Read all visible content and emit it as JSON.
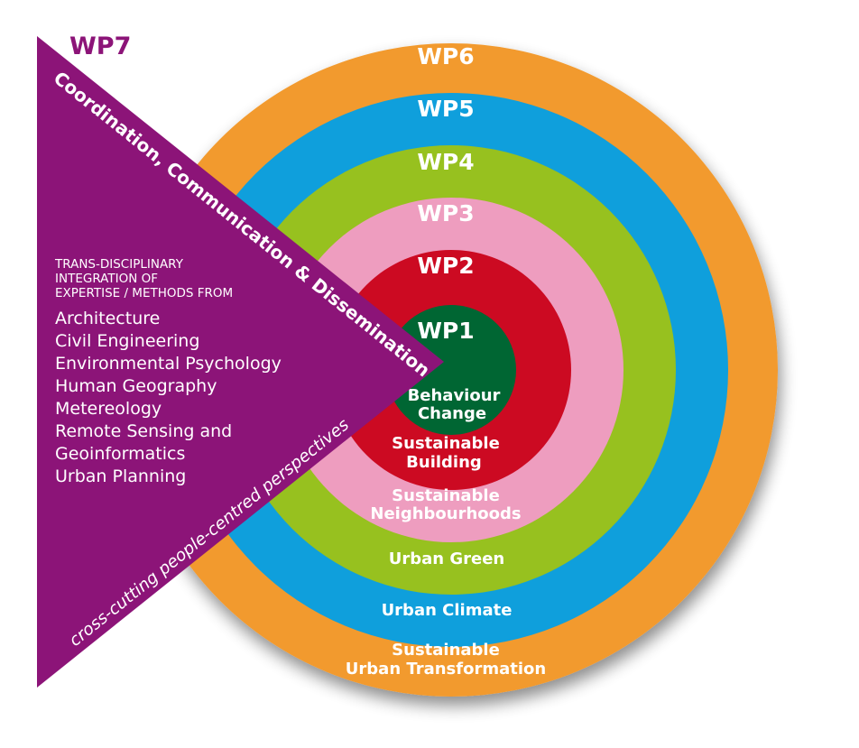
{
  "colors": {
    "wp6": "#f29a2e",
    "wp5": "#0f9fdc",
    "wp4": "#97c11f",
    "wp3": "#ee9dbf",
    "wp2": "#cc0a22",
    "wp1": "#006633",
    "wp7": "#8c1478"
  },
  "rings": [
    {
      "wp": "WP6",
      "theme_lines": [
        "Sustainable",
        "Urban Transformation"
      ]
    },
    {
      "wp": "WP5",
      "theme_lines": [
        "Urban Climate"
      ]
    },
    {
      "wp": "WP4",
      "theme_lines": [
        "Urban Green"
      ]
    },
    {
      "wp": "WP3",
      "theme_lines": [
        "Sustainable",
        "Neighbourhoods"
      ]
    },
    {
      "wp": "WP2",
      "theme_lines": [
        "Sustainable",
        "Building"
      ]
    },
    {
      "wp": "WP1",
      "theme_lines": [
        "Behaviour",
        "Change"
      ]
    }
  ],
  "wp7": {
    "title": "WP7",
    "top_edge_text": "Coordination, Communication & Dissemination",
    "bottom_edge_text": "cross-cutting people-centred perspectives",
    "intro_lines": [
      "TRANS-DISCIPLINARY",
      "INTEGRATION OF",
      "EXPERTISE / METHODS FROM"
    ],
    "disciplines": [
      "Architecture",
      "Civil Engineering",
      "Environmental Psychology",
      "Human Geography",
      "Metereology",
      "Remote Sensing and",
      "Geoinformatics",
      "Urban Planning"
    ]
  }
}
